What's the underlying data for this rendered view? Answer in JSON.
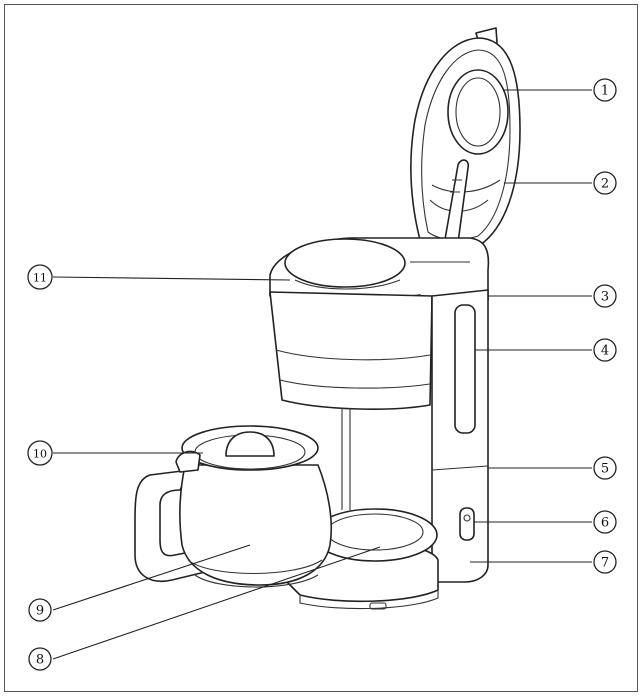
{
  "diagram": {
    "subject": "coffee-maker-parts",
    "callouts": [
      {
        "number": "1"
      },
      {
        "number": "2"
      },
      {
        "number": "3"
      },
      {
        "number": "4"
      },
      {
        "number": "5"
      },
      {
        "number": "6"
      },
      {
        "number": "7"
      },
      {
        "number": "8"
      },
      {
        "number": "9"
      },
      {
        "number": "10"
      },
      {
        "number": "11"
      }
    ]
  }
}
